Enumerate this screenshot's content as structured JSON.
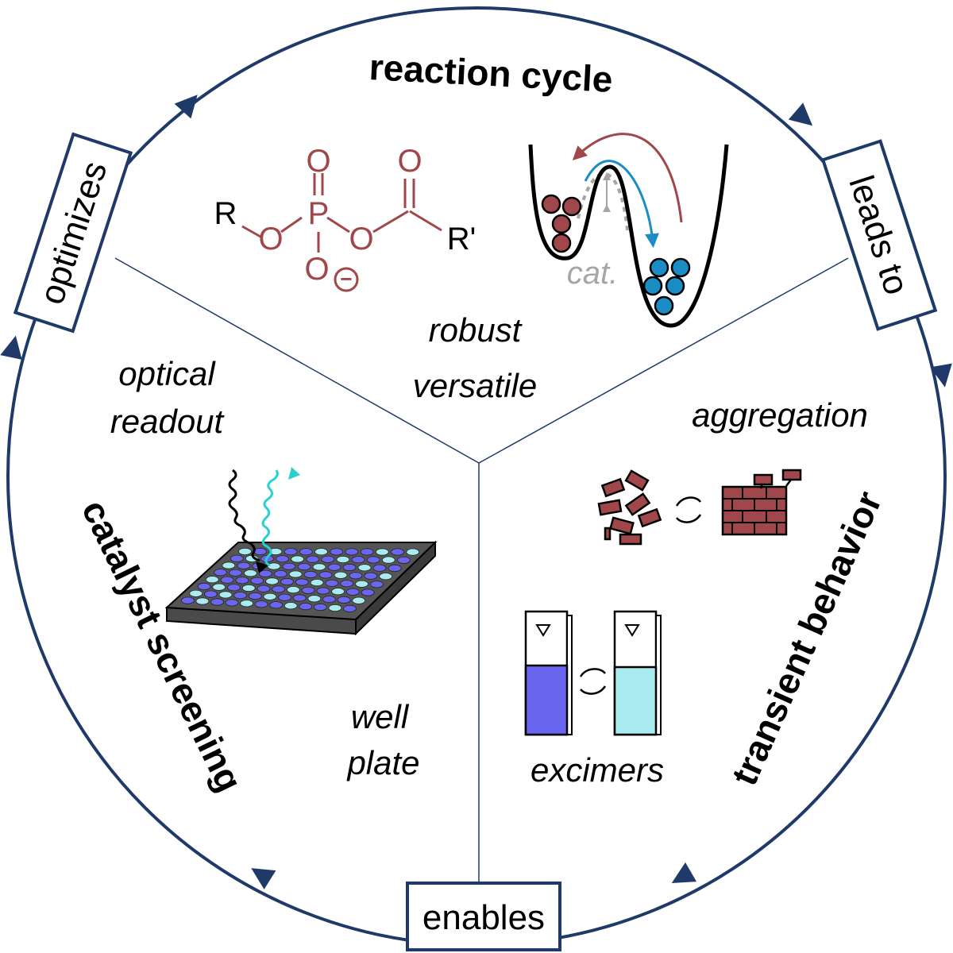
{
  "colors": {
    "cycle": "#1f3a68",
    "chem": "#a0474b",
    "particle_red": "#a0474b",
    "particle_blue": "#1b8cc4",
    "arrow_blue": "#1b8cc4",
    "cat_gray": "#a6a6a6",
    "well_dark": "#6b66f0",
    "well_light": "#a8ecf2",
    "plate_dark": "#4a4a4a",
    "cuvette_purple": "#6b66f0",
    "cuvette_cyan": "#a8ecf2",
    "light_cyan": "#28d0d0"
  },
  "sections": {
    "top_title": "reaction cycle",
    "right_title": "transient behavior",
    "left_title": "catalyst screening"
  },
  "connectors": {
    "top_left": "optimizes",
    "top_right": "leads to",
    "bottom": "enables"
  },
  "notes": {
    "robust": "robust",
    "versatile": "versatile",
    "optical": "optical",
    "readout": "readout",
    "well": "well",
    "plate": "plate",
    "aggregation": "aggregation",
    "excimers": "excimers"
  },
  "molecule": {
    "R": "R",
    "O1": "O",
    "P": "P",
    "O_top_P": "O",
    "O_bottom": "O",
    "charge": "−",
    "O2": "O",
    "O_top_C": "O",
    "Rprime": "R'"
  },
  "energy": {
    "catalyst_label": "cat."
  }
}
